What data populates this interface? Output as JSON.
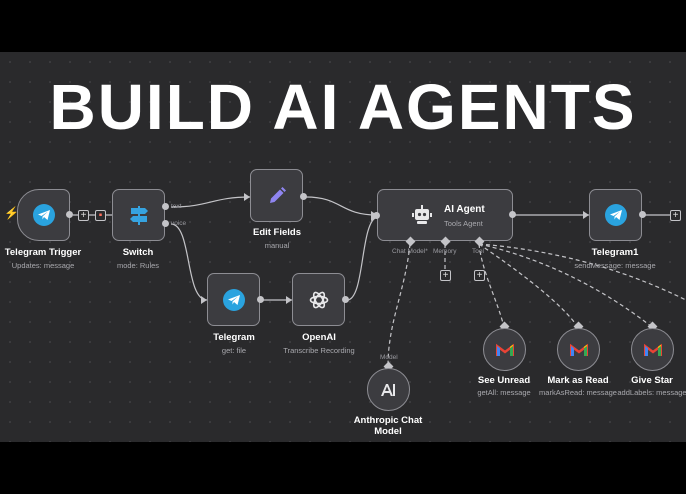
{
  "headline": "BUILD AI AGENTS",
  "colors": {
    "canvas": "#2a2a2c",
    "node_fill": "#3c3c40",
    "node_border": "#8d8d93",
    "wire": "#c4c4c8",
    "telegram": "#2aa3df",
    "trigger_bolt": "#ff6d5a"
  },
  "nodes": {
    "telegram_trigger": {
      "title": "Telegram Trigger",
      "subtitle": "Updates: message",
      "icon": "telegram-icon"
    },
    "switch": {
      "title": "Switch",
      "subtitle": "mode: Rules",
      "icon": "signpost-icon",
      "outputs": [
        "text",
        "voice"
      ]
    },
    "edit_fields": {
      "title": "Edit Fields",
      "subtitle": "manual",
      "icon": "pencil-icon"
    },
    "telegram": {
      "title": "Telegram",
      "subtitle": "get: file",
      "icon": "telegram-icon"
    },
    "openai": {
      "title": "OpenAI",
      "subtitle": "Transcribe Recording",
      "icon": "openai-icon"
    },
    "ai_agent": {
      "title": "AI Agent",
      "subtitle": "Tools Agent",
      "icon": "robot-icon",
      "ports": [
        "Chat Model*",
        "Memory",
        "Tool"
      ]
    },
    "telegram1": {
      "title": "Telegram1",
      "subtitle": "sendMessage: message",
      "icon": "telegram-icon"
    },
    "anthropic": {
      "title": "Anthropic Chat Model",
      "port_label": "Model",
      "icon": "anthropic-icon"
    },
    "see_unread": {
      "title": "See Unread",
      "subtitle": "getAll: message",
      "icon": "gmail-icon"
    },
    "mark_as_read": {
      "title": "Mark as Read",
      "subtitle": "markAsRead: message",
      "icon": "gmail-icon"
    },
    "give_star": {
      "title": "Give Star",
      "subtitle": "addLabels: message",
      "icon": "gmail-icon"
    }
  }
}
